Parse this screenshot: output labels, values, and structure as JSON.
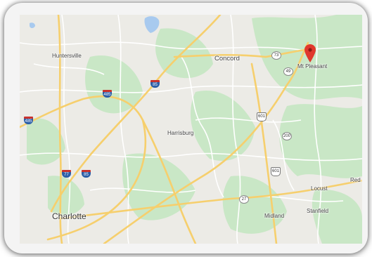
{
  "map": {
    "places": {
      "huntersville": "Huntersville",
      "concord": "Concord",
      "mt_pleasant": "Mt Pleasant",
      "harrisburg": "Harrisburg",
      "charlotte": "Charlotte",
      "locust": "Locust",
      "stanfield": "Stanfield",
      "midland": "Midland",
      "red_cross": "Red C"
    },
    "shields": {
      "i85_north": "85",
      "i485_a": "485",
      "i485_b": "485",
      "i77": "77",
      "i85_south": "85",
      "nc73": "73",
      "nc49": "49",
      "us601_a": "601",
      "nc200": "200",
      "us601_b": "601",
      "nc27": "27"
    },
    "marker": {
      "icon": "map-pin-icon",
      "color": "#e0382d"
    },
    "colors": {
      "land": "#ecebe6",
      "park": "#c6e8c4",
      "highway": "#f7d67e",
      "water": "#a6c9ef"
    }
  }
}
